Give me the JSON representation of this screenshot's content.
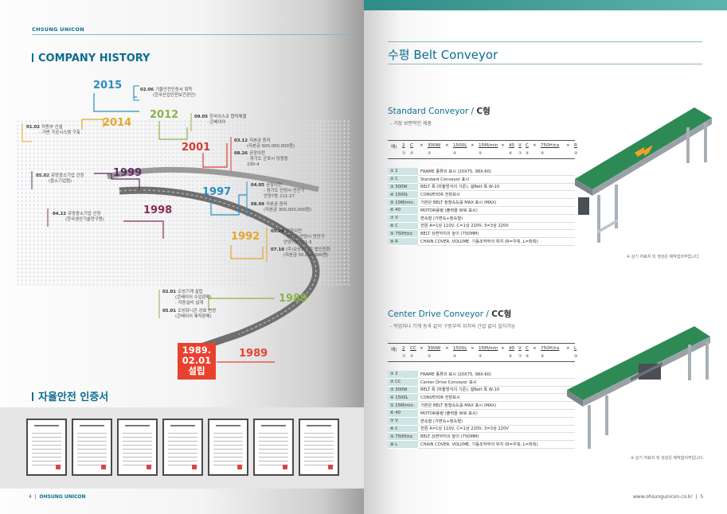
{
  "left": {
    "brand": "CHSUNG UNICON",
    "history_title": "COMPANY HISTORY",
    "years": {
      "y2015": "2015",
      "y2014": "2014",
      "y2012": "2012",
      "y2001": "2001",
      "y1999": "1999",
      "y1998": "1998",
      "y1997": "1997",
      "y1992": "1992",
      "y1989a": "1989",
      "y1989b": "1989"
    },
    "events": {
      "e2015": {
        "date": "02.06",
        "line1": "기울안전인증서 획득",
        "line2": "(한국산업안전보건공단)"
      },
      "e2014": {
        "date": "01.02",
        "line1": "자동부 신설",
        "line2": "- 가변 가공시스템 구축"
      },
      "e2012": {
        "date": "09.05",
        "line1": "한국이스코 합작체결",
        "line2": "- 콘베이어"
      },
      "e2001a": {
        "date": "03.12",
        "line1": "자본금 증자",
        "line2": "(자본금 600,000,000원)"
      },
      "e2001b": {
        "date": "08.26",
        "line1": "공장이전",
        "line2": "- 경기도 군포시 당정동",
        "line3": "230-4"
      },
      "e1999": {
        "date": "05.02",
        "line1": "유망중소기업 선정",
        "line2": "(중소기업청)"
      },
      "e1998": {
        "date": "04.22",
        "line1": "유망중소기업 선정",
        "line2": "(한국생산기술연구원)"
      },
      "e1997a": {
        "date": "04.05",
        "line1": "공장이전",
        "line2": "- 경기도 안양시 만안구",
        "line3": "안양7동 211-27"
      },
      "e1997b": {
        "date": "08.09",
        "line1": "자본금 증자",
        "line2": "(자본금 300,000,000원)"
      },
      "e1992a": {
        "date": "05.20",
        "line1": "공장이전",
        "line2": "- 경기도 안양시 만안구",
        "line3": "안양7동 421-5"
      },
      "e1992b": {
        "date": "07.10",
        "line1": "(주)오성유니콘 법인전환",
        "line2": "(자본금 50,000,000원)"
      },
      "e1989a": {
        "date": "02.01",
        "line1": "오성기계 설립",
        "line2": "(콘베이어 수입판매)",
        "line3": "- 자동설비 설계"
      },
      "e1989b": {
        "date": "05.01",
        "line1": "오성유니콘 상호 변경",
        "line2": "(콘베이어 제작판매)"
      }
    },
    "founding": {
      "line1": "1989.",
      "line2": "02.01",
      "line3": "설립"
    },
    "cert_title": "자율안전 인증서",
    "page_num": "4",
    "footer_brand": "OHSUNG UNICON"
  },
  "right": {
    "title": "수평 Belt Conveyor",
    "standard": {
      "title_en": "Standard Conveyor / ",
      "title_kr": "C형",
      "desc": "- 가장 보편적인 제품",
      "code_prefix": "예)",
      "code": [
        "2",
        "C",
        "×",
        "300W",
        "×",
        "1500L",
        "×",
        "15M/min",
        "×",
        "40",
        "V",
        "C",
        "×",
        "750H±α",
        "×",
        "R"
      ],
      "code_nums": [
        "①",
        "②",
        "③",
        "④",
        "⑤",
        "⑥",
        "⑦",
        "⑧",
        "⑨",
        "⑩"
      ],
      "spec": [
        [
          "① 2",
          "FRAME 종류의 표시 (20X75, 98X-60)"
        ],
        [
          "② C",
          "Standard Conveyor 표시"
        ],
        [
          "③ 300W",
          "BELT 폭 (마찰방식의 기준), 설Belt 폭 W-10"
        ],
        [
          "④ 1500L",
          "CONVEYOR 전장표시"
        ],
        [
          "⑤ 15M/min",
          "기본은 BELT 정형속도를 MAX 표시 (MAX)"
        ],
        [
          "⑥ 40",
          "MOTOR용량 (출력을 W로 표시)"
        ],
        [
          "⑦ V",
          "변속형 (가변속+정속형)"
        ],
        [
          "⑧ C",
          "전원 A=1상 110V, C=1상 220V, 3=3상 220V"
        ],
        [
          "⑨ 750H±α",
          "BELT 상면까지의 높이 (750MM)"
        ],
        [
          "⑩ R",
          "CHAIN COVER, VOLUME, 기동조작부의 위치 (R=우측, L=좌측)"
        ]
      ],
      "note": "※ 상기 자료치 외 생성은 제작합의부입니다."
    },
    "center": {
      "title_en": "Center Drive Conveyor / ",
      "title_kr": "CC형",
      "desc": "- 작업자나 기계 등과 같이 구동부의 위치와 간섭 없이 설치가능",
      "code_prefix": "예)",
      "code": [
        "2",
        "CC",
        "×",
        "300W",
        "×",
        "1500L",
        "×",
        "15M/min",
        "×",
        "40",
        "V",
        "C",
        "×",
        "750H±α",
        "×",
        "L"
      ],
      "code_nums": [
        "①",
        "②",
        "③",
        "④",
        "⑤",
        "⑥",
        "⑦",
        "⑧",
        "⑨",
        "⑩"
      ],
      "spec": [
        [
          "① 2",
          "FRAME 종류의 표시 (20X75, 98X-60)"
        ],
        [
          "② CC",
          "Center Drive Conveyor 표시"
        ],
        [
          "③ 300W",
          "BELT 폭 (마찰방식의 기준), 설Belt 폭 W-10"
        ],
        [
          "④ 1500L",
          "CONVEYOR 전장표시"
        ],
        [
          "⑤ 15M/min",
          "기본은 BELT 정형속도를 MAX 표시 (MAX)"
        ],
        [
          "⑥ 40",
          "MOTOR용량 (출력을 W로 표시)"
        ],
        [
          "⑦ V",
          "변속형 (가변속+정속형)"
        ],
        [
          "⑧ C",
          "전원 A=1상 110V, C=1상 220V, 3=3상 220V"
        ],
        [
          "⑨ 750H±α",
          "BELT 상면까지의 높이 (750MM)"
        ],
        [
          "⑩ L",
          "CHAIN COVER, VOLUME, 기동조작부의 위치 (R=우측, L=좌측)"
        ]
      ],
      "note": "※ 상기 자료치 외 생성은 제작합의부입니다."
    },
    "website": "www.ohsungunicon.co.kr",
    "page_num": "5"
  },
  "colors": {
    "teal": "#0c6d92",
    "red": "#e8422e",
    "belt": "#2e8a55"
  }
}
